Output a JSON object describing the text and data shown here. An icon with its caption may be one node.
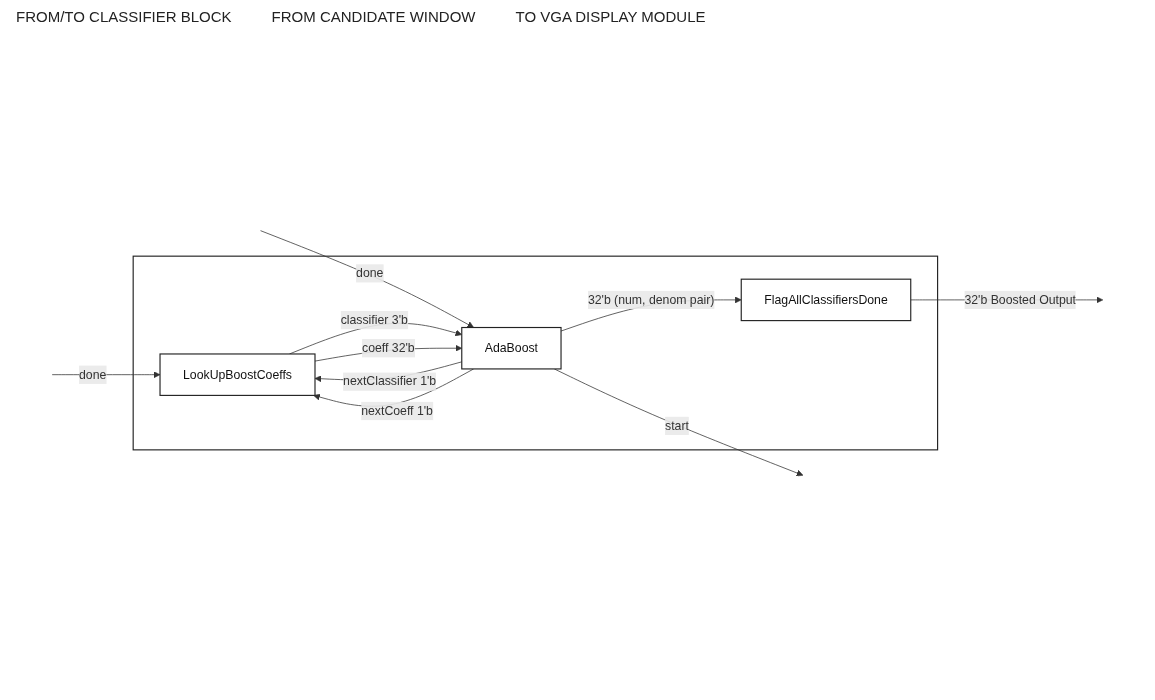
{
  "diagram": {
    "nodes": [
      {
        "text": [],
        "shape": "box"
      },
      {
        "text": [
          "LookUpBoostCoeffs"
        ],
        "in": 0
      },
      {
        "text": [
          "AdaBoost"
        ],
        "in": 0
      },
      {
        "text": [
          "FlagAllClassifiersDone"
        ],
        "in": 0
      }
    ],
    "edges": [
      {
        "from": null,
        "to": 1,
        "arrow": "to",
        "label": "done"
      },
      {
        "from": null,
        "to": 2,
        "arrow": "to",
        "label": "done"
      },
      {
        "from": 2,
        "to": null,
        "arrow": "to",
        "label": "start"
      },
      {
        "from": 1,
        "to": 2,
        "arrow": "to",
        "label": "classifier 3'b"
      },
      {
        "from": 1,
        "to": 2,
        "arrow": "to",
        "label": "coeff 32'b"
      },
      {
        "from": 2,
        "to": 1,
        "arrow": "to",
        "label": "nextClassifier 1'b"
      },
      {
        "from": 2,
        "to": 1,
        "arrow": "to",
        "label": "nextCoeff 1'b"
      },
      {
        "from": 2,
        "to": 3,
        "arrow": "to",
        "label": "32'b (num, denom pair)"
      },
      {
        "from": 3,
        "to": null,
        "arrow": "to",
        "label": "32'b Boosted Output"
      }
    ],
    "labels": [
      "FROM/TO CLASSIFIER BLOCK",
      "FROM CANDIDATE WINDOW",
      "TO VGA DISPLAY MODULE"
    ]
  }
}
